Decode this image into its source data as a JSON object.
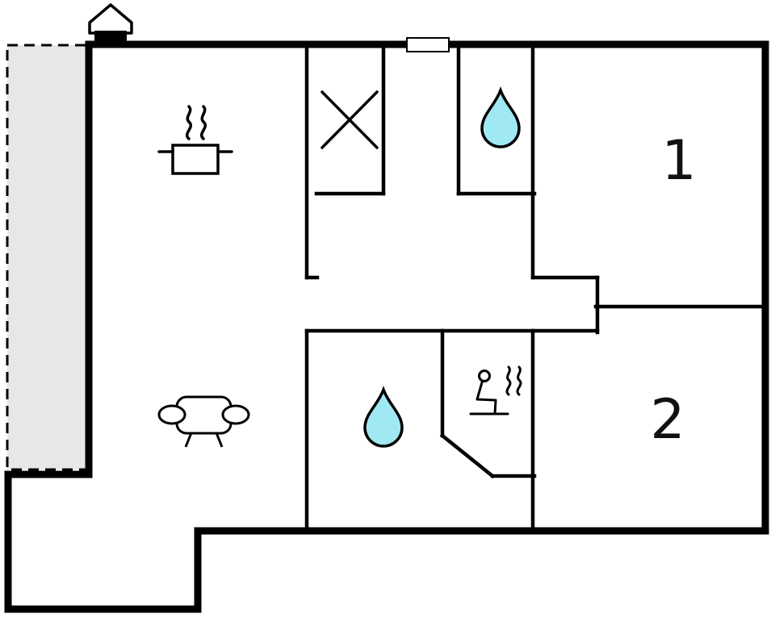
{
  "rooms": {
    "bedroom1": {
      "label": "1"
    },
    "bedroom2": {
      "label": "2"
    }
  },
  "icons": {
    "chimney": "chimney-icon",
    "kitchen": "stove-pot-icon",
    "wardrobe": "wardrobe-x-icon",
    "bathroom_top": "water-drop-icon",
    "bathroom_bottom": "water-drop-icon",
    "sauna": "sauna-steam-icon",
    "living_room": "sofa-icon",
    "entrance": "entrance-door"
  },
  "colors": {
    "wall": "#000000",
    "water_drop": "#a0e9f2",
    "terrace": "#e7e7e7",
    "background": "#ffffff"
  }
}
